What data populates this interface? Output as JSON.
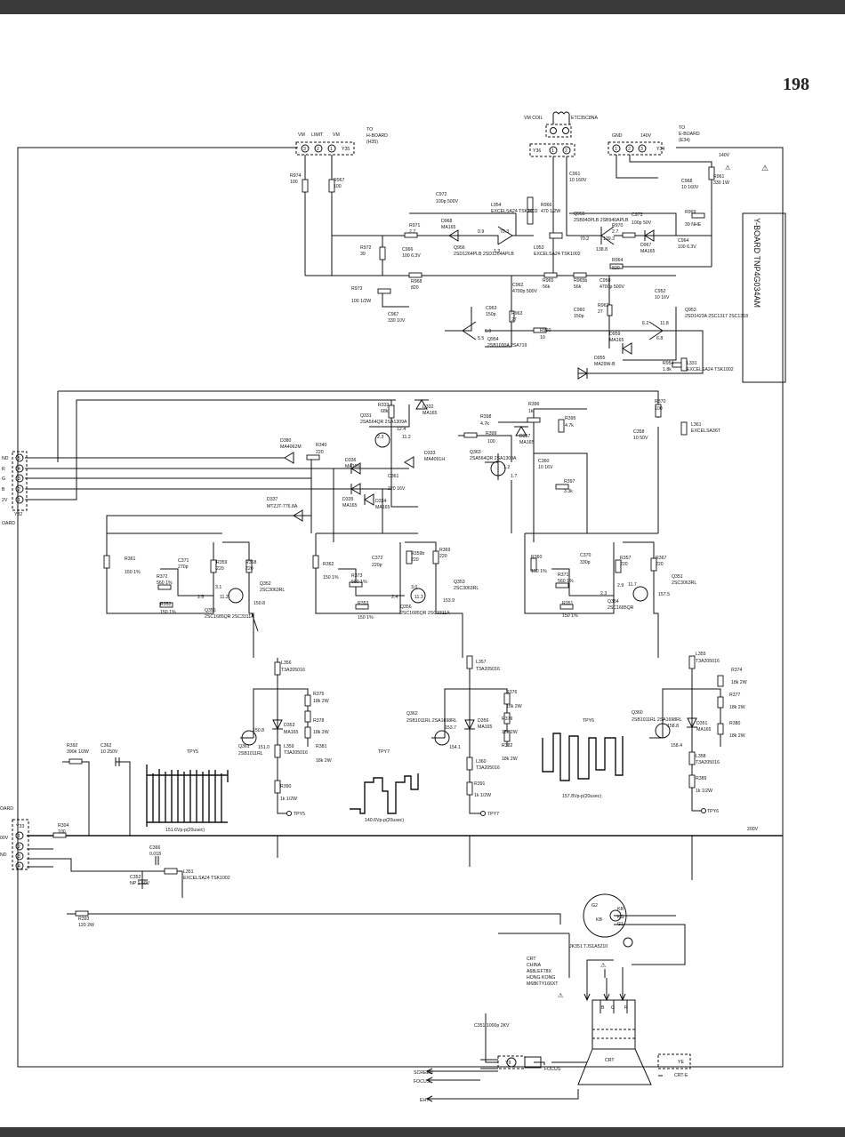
{
  "page_number": "198",
  "board_title": "Y-BOARD TNP4G034AM",
  "top_connectors": {
    "h_board": {
      "ref": "Y35",
      "pins": [
        "3",
        "2",
        "1"
      ],
      "pin_labels": [
        "VM",
        "LIMIT",
        "VM"
      ],
      "dest": [
        "TO",
        "H-BOARD",
        "(H35)"
      ]
    },
    "vm_coil": {
      "ref": "Y36",
      "pins": [
        "1",
        "2"
      ],
      "label": "VM COIL",
      "part": "ETC35C8NA"
    },
    "e_board": {
      "ref": "Y34",
      "pins": [
        "1",
        "2",
        "3"
      ],
      "labels": [
        "GND",
        "140V"
      ],
      "dest": [
        "TO",
        "E-BOARD",
        "(E34)"
      ],
      "voltage": "140V"
    }
  },
  "vm_section": [
    {
      "ref": "R974",
      "value": "100"
    },
    {
      "ref": "R967",
      "value": "100"
    },
    {
      "ref": "C972",
      "value": "100p 500V"
    },
    {
      "ref": "D968",
      "value": "MA165"
    },
    {
      "ref": "L954",
      "value": "EXCELSA24 TSK1002"
    },
    {
      "ref": "R966",
      "value": "470 1/2W"
    },
    {
      "ref": "C961",
      "value": "10 160V"
    },
    {
      "ref": "R961",
      "value": "330 1W"
    },
    {
      "ref": "C968",
      "value": "10 160V"
    },
    {
      "ref": "R969",
      "value": "39 NHE"
    },
    {
      "ref": "R971",
      "value": "2.7"
    },
    {
      "ref": "C966",
      "value": "100 6.3V"
    },
    {
      "ref": "R972",
      "value": "39"
    },
    {
      "ref": "Q956",
      "value": "2SD1264PLB 2SD1264APLB"
    },
    {
      "ref": "L953",
      "value": "EXCELSA24 TSK1002"
    },
    {
      "ref": "Q955",
      "value": "2SB940PLB 2SB940APLB"
    },
    {
      "ref": "C973",
      "value": "100p 50V"
    },
    {
      "ref": "R970",
      "value": "2.7"
    },
    {
      "ref": "D967",
      "value": "MA165"
    },
    {
      "ref": "C964",
      "value": "100 6.3V"
    },
    {
      "ref": "R968",
      "value": "820"
    },
    {
      "ref": "R964",
      "value": "820"
    },
    {
      "ref": "R973",
      "value": "100 1/2W"
    },
    {
      "ref": "C967",
      "value": "330 10V"
    },
    {
      "ref": "C962",
      "value": "4700p 500V"
    },
    {
      "ref": "R965",
      "value": "56k"
    },
    {
      "ref": "R965b",
      "value": "56k"
    },
    {
      "ref": "C950",
      "value": "4700p 500V"
    },
    {
      "ref": "C963",
      "value": "150p"
    },
    {
      "ref": "R963",
      "value": "27"
    },
    {
      "ref": "C960",
      "value": "150p"
    },
    {
      "ref": "R962",
      "value": "27"
    },
    {
      "ref": "C952",
      "value": "10 16V"
    },
    {
      "ref": "Q953",
      "value": "2SD1423A 2SC1317 2SC1318"
    },
    {
      "ref": "Q954",
      "value": "2SB1030A 2SA719"
    },
    {
      "ref": "R960",
      "value": "10"
    },
    {
      "ref": "D959",
      "value": "MA165"
    },
    {
      "ref": "D955",
      "value": "MA29W-B"
    },
    {
      "ref": "R954",
      "value": "1.8k"
    },
    {
      "ref": "L331",
      "value": "EXCELSA24 TSK1002"
    }
  ],
  "vm_voltages": [
    "0.9",
    "70.3",
    "1.3",
    "70.2",
    "139.3",
    "138.8",
    "6.0",
    "5.5",
    "6.2",
    "11.8",
    "6.8"
  ],
  "input_section": [
    {
      "ref": "R332",
      "value": "68k"
    },
    {
      "ref": "D332",
      "value": "MA165"
    },
    {
      "ref": "Q331",
      "value": "2SA564QR 2SA1309A"
    },
    {
      "ref": "D380",
      "value": "MA4062M"
    },
    {
      "ref": "R340",
      "value": "220"
    },
    {
      "ref": "D333",
      "value": "MA4091H"
    },
    {
      "ref": "D336",
      "value": "MA165"
    },
    {
      "ref": "C361",
      "value": "220 16V"
    },
    {
      "ref": "D335",
      "value": "MA165"
    },
    {
      "ref": "D334",
      "value": "MA165"
    },
    {
      "ref": "D337",
      "value": "MTZJT-776.8A"
    },
    {
      "ref": "R398",
      "value": "4.7k"
    },
    {
      "ref": "R396",
      "value": "1k"
    },
    {
      "ref": "R395",
      "value": "4.7k"
    },
    {
      "ref": "R399",
      "value": "100"
    },
    {
      "ref": "D357",
      "value": "MA165"
    },
    {
      "ref": "Q363",
      "value": "2SA564QR 2SA1309A"
    },
    {
      "ref": "C360",
      "value": "10 16V"
    },
    {
      "ref": "R397",
      "value": "3.3k"
    },
    {
      "ref": "R370",
      "value": "100"
    },
    {
      "ref": "C358",
      "value": "10 50V"
    },
    {
      "ref": "L361",
      "value": "EXCELSA36T"
    }
  ],
  "input_voltages": [
    "12.4",
    "2.3",
    "11.2",
    "1.2",
    "1.7"
  ],
  "rgb_inputs": {
    "pins": [
      "5",
      "4",
      "3",
      "2",
      "1"
    ],
    "labels": [
      "ND",
      "R",
      "G",
      "B",
      "2V"
    ],
    "ref": "Y32",
    "dest": "OARD"
  },
  "drivers": [
    {
      "ref": "R361",
      "value": "150 1%"
    },
    {
      "ref": "C371",
      "value": "270p"
    },
    {
      "ref": "R372",
      "value": "560 1%"
    },
    {
      "ref": "R359",
      "value": "220"
    },
    {
      "ref": "R368",
      "value": "220"
    },
    {
      "ref": "Q352",
      "value": "2SC3063RL"
    },
    {
      "ref": "R352",
      "value": "150 1%"
    },
    {
      "ref": "Q355",
      "value": "2SC1685QR 2SC3311A"
    },
    {
      "ref": "R362",
      "value": "150 1%"
    },
    {
      "ref": "C372",
      "value": "220p"
    },
    {
      "ref": "R373",
      "value": "560 1%"
    },
    {
      "ref": "R359b",
      "value": "220"
    },
    {
      "ref": "R369",
      "value": "220"
    },
    {
      "ref": "Q353",
      "value": "2SC3063RL"
    },
    {
      "ref": "R353",
      "value": "150 1%"
    },
    {
      "ref": "Q356",
      "value": "2SC1685QR 2SC3311A"
    },
    {
      "ref": "R360",
      "value": "150 1%"
    },
    {
      "ref": "C370",
      "value": "330p"
    },
    {
      "ref": "R371",
      "value": "560 1%"
    },
    {
      "ref": "R357",
      "value": "220"
    },
    {
      "ref": "R367",
      "value": "220"
    },
    {
      "ref": "Q351",
      "value": "2SC3063RL"
    },
    {
      "ref": "R351",
      "value": "150 1%"
    },
    {
      "ref": "Q354",
      "value": "2SC1685QR"
    }
  ],
  "driver_voltages": [
    "3.1",
    "2.5",
    "11.2",
    "150.8",
    "3.0",
    "2.4",
    "11.3",
    "153.9",
    "2.9",
    "2.3",
    "11.7",
    "157.5"
  ],
  "outputs": [
    {
      "ref": "L356",
      "value": "T3A205016"
    },
    {
      "ref": "R375",
      "value": "18k 2W"
    },
    {
      "ref": "D353",
      "value": "MA165"
    },
    {
      "ref": "R378",
      "value": "18k 2W"
    },
    {
      "ref": "Q361",
      "value": "2SB1011RL"
    },
    {
      "ref": "L359",
      "value": "T3A205016"
    },
    {
      "ref": "R381",
      "value": "18k 2W"
    },
    {
      "ref": "R390",
      "value": "1k 1/2W"
    },
    {
      "ref": "L357",
      "value": "T3A205016"
    },
    {
      "ref": "R376",
      "value": "18k 2W"
    },
    {
      "ref": "Q362",
      "value": "2SB1011RL 2SA1698RL"
    },
    {
      "ref": "D356",
      "value": "MA165"
    },
    {
      "ref": "R379",
      "value": "18k 2W"
    },
    {
      "ref": "R382",
      "value": "18k 2W"
    },
    {
      "ref": "L360",
      "value": "T3A205016"
    },
    {
      "ref": "R391",
      "value": "1k 1/2W"
    },
    {
      "ref": "L355",
      "value": "T3A205016"
    },
    {
      "ref": "R374",
      "value": "18k 2W"
    },
    {
      "ref": "R377",
      "value": "18k 2W"
    },
    {
      "ref": "Q360",
      "value": "2SB1011RL 2SA1698RL"
    },
    {
      "ref": "D351",
      "value": "MA165"
    },
    {
      "ref": "R380",
      "value": "18k 2W"
    },
    {
      "ref": "L358",
      "value": "T3A205016"
    },
    {
      "ref": "R389",
      "value": "1k 1/2W"
    }
  ],
  "output_voltages": [
    "150.8",
    "151.0",
    "153.7",
    "154.1",
    "158.8",
    "158.4"
  ],
  "waveforms": [
    {
      "name": "TPY5",
      "caption": "151.6Vp-p(20usec)",
      "tp": "TPY5"
    },
    {
      "name": "TPY7",
      "caption": "140.6Vp-p(20usec)",
      "tp": "TPY7"
    },
    {
      "name": "TPY6",
      "caption": "157.8Vp-p(20usec)",
      "tp": "TPY6"
    }
  ],
  "power_section": [
    {
      "ref": "R392",
      "value": "390k 1/2W"
    },
    {
      "ref": "C362",
      "value": "10 250V"
    },
    {
      "ref": "R304",
      "value": "100"
    },
    {
      "ref": "C366",
      "value": "0.018"
    },
    {
      "ref": "C352",
      "value": "NP 1 50V"
    },
    {
      "ref": "L351",
      "value": "EXCELSA24 TSK1002"
    },
    {
      "ref": "R393",
      "value": "120 2W"
    }
  ],
  "bottom_connector": {
    "ref": "Y33",
    "pins": [
      "1",
      "2",
      "3",
      "4"
    ],
    "labels": [
      "OARD",
      "00V",
      "ND"
    ],
    "rail": "200V"
  },
  "crt": {
    "socket": "JK351 TJS1A5210",
    "socket_pins": [
      "G2",
      "KR",
      "KG",
      "KB",
      "G1"
    ],
    "info": [
      "CRT",
      "CHINA",
      "A68LEF78X",
      "HONG KONG",
      "M68KTY166XT"
    ],
    "guns": [
      "B",
      "G",
      "R"
    ],
    "label": "CRT",
    "c351": "C351 1000p 2KV",
    "focus_ref": "Y9",
    "ground_ref": "YE",
    "ground_label": "CRT-E",
    "outputs": [
      "SCREEN",
      "FOCUS",
      "EHT"
    ],
    "focus_label": "FOCUS"
  }
}
